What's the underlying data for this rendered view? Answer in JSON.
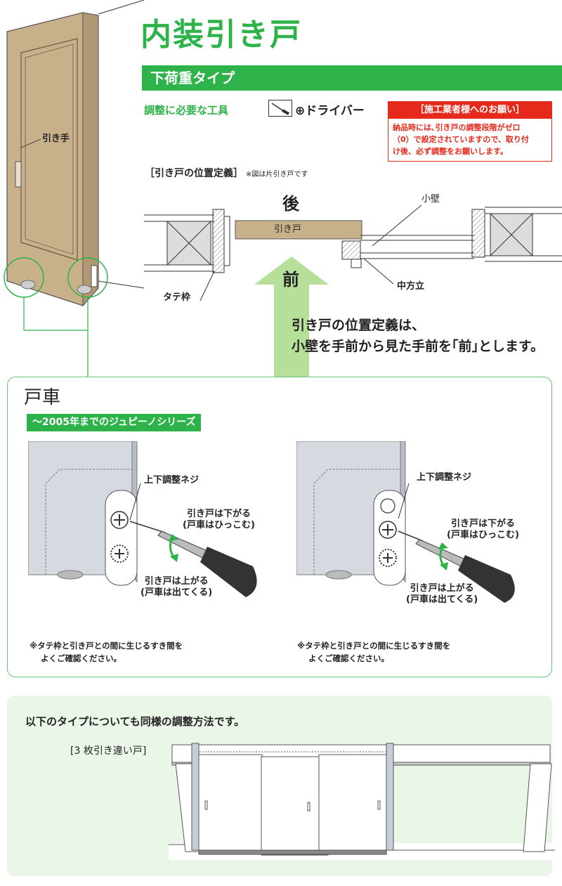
{
  "header": {
    "title": "内装引き戸",
    "subtitle": "下荷重タイプ",
    "tool_label": "調整に必要な工具",
    "tool_name": "⊕ドライバー"
  },
  "notice": {
    "heading": "［施工業者様へのお願い］",
    "line1": "納品時には､引き戸の調整段階がゼロ",
    "line2": "（0）で設定されていますので、取り付",
    "line3": "け後、必ず調整をお願いします。"
  },
  "door_illustration": {
    "handle_label": "引き手"
  },
  "position": {
    "title": "［引き戸の位置定義］",
    "note": "※図は片引き戸です",
    "back": "後",
    "front": "前",
    "door_label": "引き戸",
    "small_wall": "小壁",
    "center_post": "中方立",
    "vertical_frame": "タテ枠",
    "explain_line1": "引き戸の位置定義は、",
    "explain_line2": "小壁を手前から見た手前を｢前｣とします。"
  },
  "roller": {
    "title": "戸車",
    "series": "～2005年までのジュピーノシリーズ",
    "left": {
      "screw_label": "上下調整ネジ",
      "down_line1": "引き戸は下がる",
      "down_line2": "(戸車はひっこむ)",
      "up_line1": "引き戸は上がる",
      "up_line2": "(戸車は出てくる)",
      "note_line1": "※タテ枠と引き戸との間に生じるすき間を",
      "note_line2": "よくご確認ください。"
    },
    "right": {
      "screw_label": "上下調整ネジ",
      "down_line1": "引き戸は下がる",
      "down_line2": "(戸車はひっこむ)",
      "up_line1": "引き戸は上がる",
      "up_line2": "(戸車は出てくる)",
      "note_line1": "※タテ枠と引き戸との間に生じるすき間を",
      "note_line2": "よくご確認ください。"
    }
  },
  "other_types": {
    "text": "以下のタイプについても同様の調整方法です。",
    "type_label": "[3 枚引き違い戸]"
  },
  "colors": {
    "brand_green": "#2db34a",
    "notice_red": "#e52a1c",
    "door_tan": "#c8b08a",
    "arrow_green": "#b6e09a"
  }
}
